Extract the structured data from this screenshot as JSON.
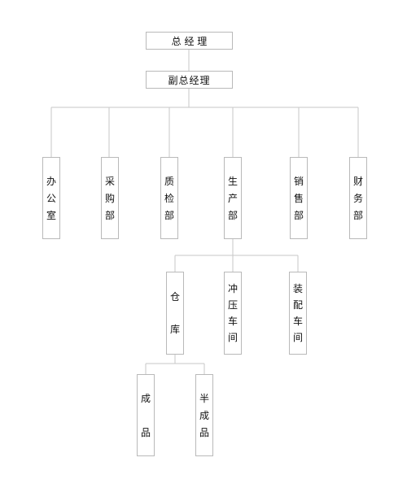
{
  "title": "总 经 理",
  "vice": "副总经理",
  "departments": [
    {
      "label": "办公室",
      "chars": [
        "办",
        "公",
        "室"
      ]
    },
    {
      "label": "采购部",
      "chars": [
        "采",
        "购",
        "部"
      ]
    },
    {
      "label": "质检部",
      "chars": [
        "质",
        "检",
        "部"
      ]
    },
    {
      "label": "生产部",
      "chars": [
        "生",
        "产",
        "部"
      ]
    },
    {
      "label": "销售部",
      "chars": [
        "销",
        "售",
        "部"
      ]
    },
    {
      "label": "财务部",
      "chars": [
        "财",
        "务",
        "部"
      ]
    }
  ],
  "workshops": [
    {
      "label": "仓库",
      "chars": [
        "仓",
        "库"
      ]
    },
    {
      "label": "冲压车间",
      "chars": [
        "冲",
        "压",
        "车",
        "间"
      ]
    },
    {
      "label": "装配车间",
      "chars": [
        "装",
        "配",
        "车",
        "间"
      ]
    }
  ],
  "warehouse_items": [
    {
      "label": "成品",
      "chars": [
        "成",
        "品"
      ]
    },
    {
      "label": "半成品",
      "chars": [
        "半",
        "成",
        "品"
      ]
    }
  ]
}
